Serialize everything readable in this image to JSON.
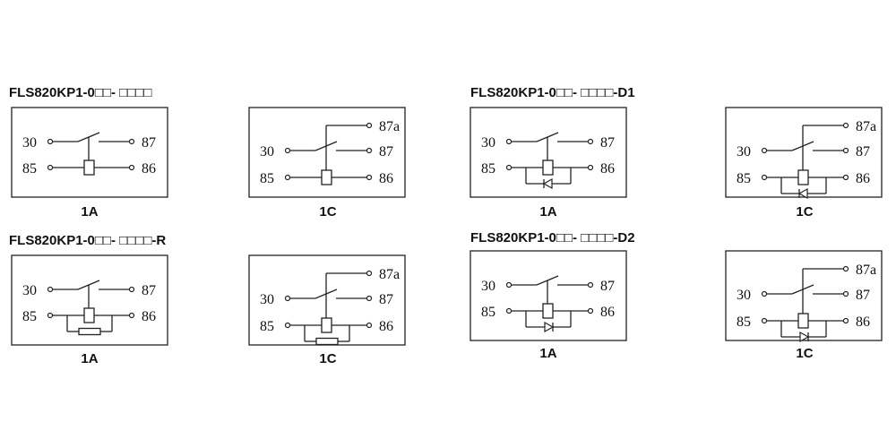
{
  "groups": [
    {
      "title": "FLS820KP1-0□□- □□□□",
      "suppressor": "none",
      "diagrams": [
        {
          "type": "1A",
          "caption": "1A"
        },
        {
          "type": "1C",
          "caption": "1C"
        }
      ]
    },
    {
      "title": "FLS820KP1-0□□- □□□□-R",
      "suppressor": "R",
      "diagrams": [
        {
          "type": "1A",
          "caption": "1A"
        },
        {
          "type": "1C",
          "caption": "1C"
        }
      ]
    },
    {
      "title": "FLS820KP1-0□□- □□□□-D1",
      "suppressor": "D1",
      "diagrams": [
        {
          "type": "1A",
          "caption": "1A"
        },
        {
          "type": "1C",
          "caption": "1C"
        }
      ]
    },
    {
      "title": "FLS820KP1-0□□- □□□□-D2",
      "suppressor": "D2",
      "diagrams": [
        {
          "type": "1A",
          "caption": "1A"
        },
        {
          "type": "1C",
          "caption": "1C"
        }
      ]
    }
  ],
  "pins": {
    "com": "30",
    "no": "87",
    "nc": "87a",
    "coil1": "85",
    "coil2": "86"
  },
  "colors": {
    "line": "#222222"
  }
}
